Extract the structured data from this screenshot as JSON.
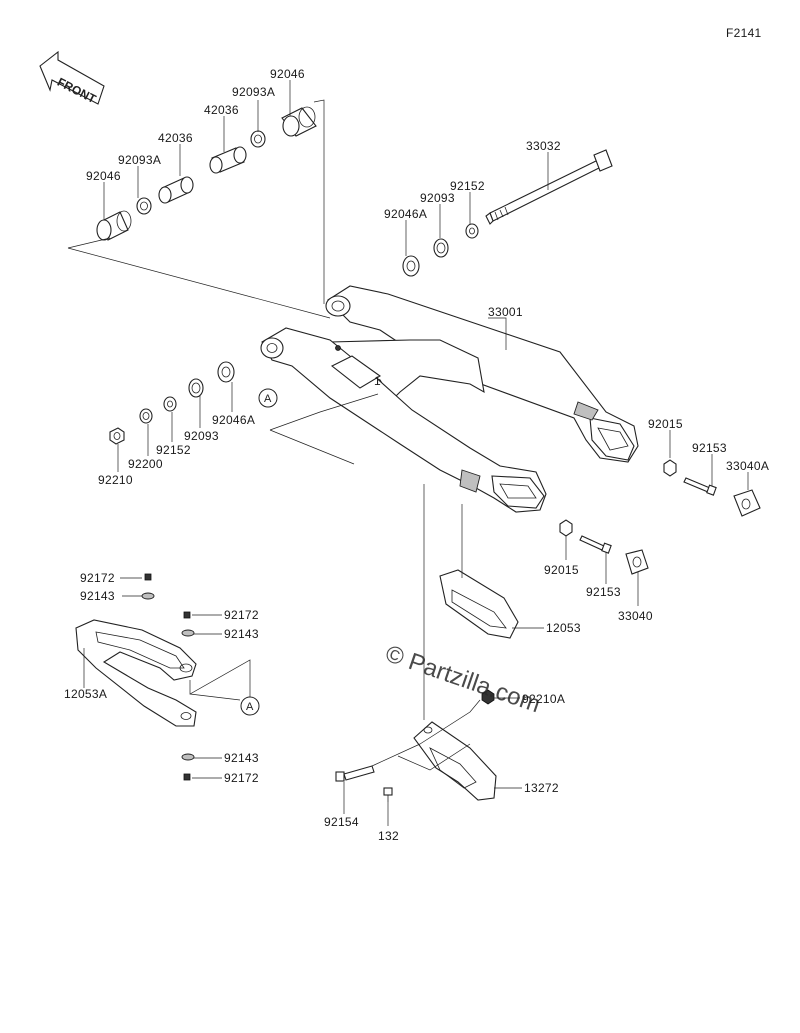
{
  "figure_code": "F2141",
  "front_label": "FRONT",
  "watermark": "© Partzilla.com",
  "ref_marker": "A",
  "section_marker": "1",
  "callouts": [
    {
      "id": "c-92046-top",
      "text": "92046"
    },
    {
      "id": "c-92093a-top",
      "text": "92093A"
    },
    {
      "id": "c-42036-top",
      "text": "42036"
    },
    {
      "id": "c-42036-left",
      "text": "42036"
    },
    {
      "id": "c-92093a-left",
      "text": "92093A"
    },
    {
      "id": "c-92046-left",
      "text": "92046"
    },
    {
      "id": "c-33032",
      "text": "33032"
    },
    {
      "id": "c-92152-top",
      "text": "92152"
    },
    {
      "id": "c-92093-top",
      "text": "92093"
    },
    {
      "id": "c-92046a-top",
      "text": "92046A"
    },
    {
      "id": "c-33001",
      "text": "33001"
    },
    {
      "id": "c-92046a-left",
      "text": "92046A"
    },
    {
      "id": "c-92093-left",
      "text": "92093"
    },
    {
      "id": "c-92152-left",
      "text": "92152"
    },
    {
      "id": "c-92200",
      "text": "92200"
    },
    {
      "id": "c-92210",
      "text": "92210"
    },
    {
      "id": "c-92015-right",
      "text": "92015"
    },
    {
      "id": "c-92153-right",
      "text": "92153"
    },
    {
      "id": "c-33040a",
      "text": "33040A"
    },
    {
      "id": "c-92015-lower",
      "text": "92015"
    },
    {
      "id": "c-92153-lower",
      "text": "92153"
    },
    {
      "id": "c-33040",
      "text": "33040"
    },
    {
      "id": "c-12053",
      "text": "12053"
    },
    {
      "id": "c-92172-a",
      "text": "92172"
    },
    {
      "id": "c-92143-a",
      "text": "92143"
    },
    {
      "id": "c-92172-b",
      "text": "92172"
    },
    {
      "id": "c-92143-b",
      "text": "92143"
    },
    {
      "id": "c-12053a",
      "text": "12053A"
    },
    {
      "id": "c-92143-c",
      "text": "92143"
    },
    {
      "id": "c-92172-c",
      "text": "92172"
    },
    {
      "id": "c-92210a",
      "text": "92210A"
    },
    {
      "id": "c-13272",
      "text": "13272"
    },
    {
      "id": "c-92154",
      "text": "92154"
    },
    {
      "id": "c-132",
      "text": "132"
    }
  ]
}
